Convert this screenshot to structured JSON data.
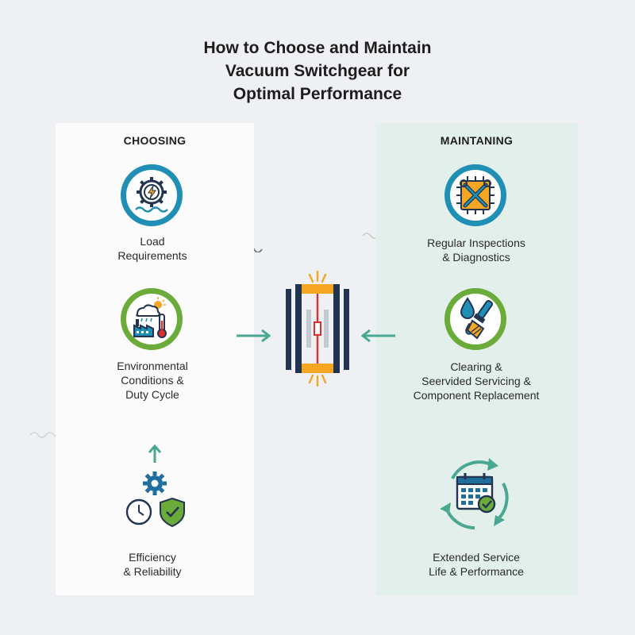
{
  "title": {
    "line1": "How to Choose and Maintain",
    "line2": "Vacuum Switchgear for",
    "line3": "Optimal Performance"
  },
  "left_panel": {
    "heading": "CHOOSING",
    "items": [
      {
        "icon": "gear-lightning-icon",
        "line1": "Load",
        "line2": "Requirements",
        "line3": ""
      },
      {
        "icon": "factory-weather-icon",
        "line1": "Environmental",
        "line2": "Conditions &",
        "line3": "Duty Cycle"
      },
      {
        "icon": "gear-clock-shield-icon",
        "line1": "Efficiency",
        "line2": "& Reliability",
        "line3": ""
      }
    ]
  },
  "right_panel": {
    "heading": "MAINTANING",
    "items": [
      {
        "icon": "wrench-chip-icon",
        "line1": "Regular Inspections",
        "line2": "& Diagnostics",
        "line3": ""
      },
      {
        "icon": "drop-brush-icon",
        "line1": "Clearing &",
        "line2": "Seervided Servicing &",
        "line3": "Component Replacement"
      },
      {
        "icon": "calendar-cycle-icon",
        "line1": "Extended Service",
        "line2": "Life & Performance",
        "line3": ""
      }
    ]
  },
  "colors": {
    "blue_ring": "#1f8fb5",
    "green_ring": "#6aab3a",
    "arrow_teal": "#4aa892",
    "navy": "#22344f",
    "orange": "#f5a623",
    "red": "#d9302c"
  }
}
